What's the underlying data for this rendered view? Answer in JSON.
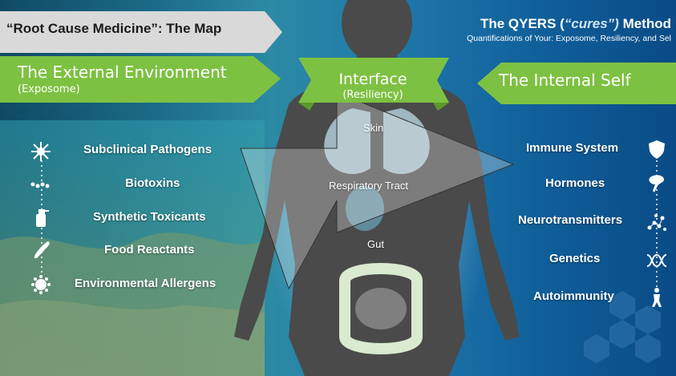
{
  "header": {
    "left_title": "“Root Cause Medicine”: The Map",
    "right_title_prefix": "The QYERS (",
    "right_title_emph": "“cures”)",
    "right_title_suffix": " Method",
    "right_subtitle": "Quantifications of Your: Exposome, Resiliency, and Sel"
  },
  "external": {
    "title": "The External Environment",
    "subtitle": "(Exposome)",
    "items": [
      {
        "label": "Subclinical Pathogens",
        "icon": "virus-icon"
      },
      {
        "label": "Biotoxins",
        "icon": "toxin-chain-icon"
      },
      {
        "label": "Synthetic Toxicants",
        "icon": "spray-bottle-icon"
      },
      {
        "label": "Food Reactants",
        "icon": "bread-icon"
      },
      {
        "label": "Environmental Allergens",
        "icon": "pollen-icon"
      }
    ]
  },
  "interface": {
    "title": "Interface",
    "subtitle": "(Resiliency)",
    "organs": [
      "Skin",
      "Respiratory Tract",
      "Gut"
    ]
  },
  "internal": {
    "title": "The Internal Self",
    "items": [
      {
        "label": "Immune System",
        "icon": "shield-icon"
      },
      {
        "label": "Hormones",
        "icon": "hormone-icon"
      },
      {
        "label": "Neurotransmitters",
        "icon": "molecule-icon"
      },
      {
        "label": "Genetics",
        "icon": "dna-icon"
      },
      {
        "label": "Autoimmunity",
        "icon": "autoimmune-figure-icon"
      }
    ]
  },
  "colors": {
    "green": "#7dc142",
    "green_dark": "#5a9a2c",
    "silhouette": "#4a4a4a",
    "banner_grey": "#d9d9d9"
  }
}
